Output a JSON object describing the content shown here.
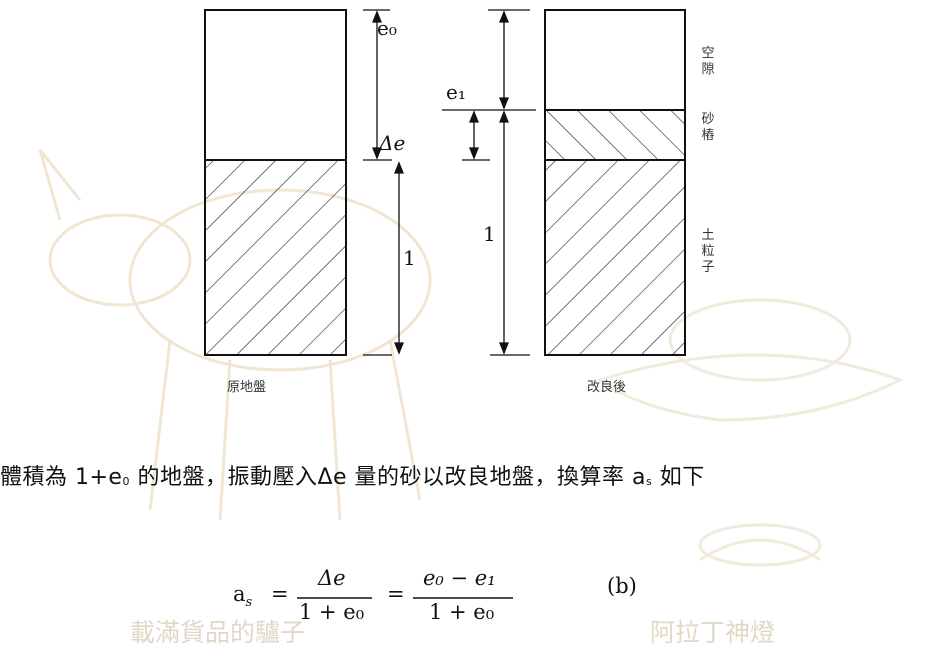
{
  "diagram": {
    "left_caption": "原地盤",
    "right_caption": "改良後",
    "labels": {
      "e0": "e₀",
      "e1": "e₁",
      "delta_e": "Δe",
      "one_left": "1",
      "one_right": "1"
    },
    "right_side_labels": {
      "void": "空隙",
      "sand": "砂樁",
      "soil": "土粒子"
    }
  },
  "text": {
    "body_before": "體積為 1+e",
    "body_sub0": "0",
    "body_mid": " 的地盤，振動壓入Δe 量的砂以改良地盤，換算率 a",
    "body_sub_s": "s",
    "body_after": " 如下"
  },
  "formula": {
    "lhs": "a",
    "lhs_sub": "s",
    "frac1_num": "Δe",
    "frac1_den": "1 + e₀",
    "frac2_num": "e₀ − e₁",
    "frac2_den": "1 + e₀",
    "eq_label": "(b)"
  },
  "watermark": {
    "left": "載滿貨品的驢子",
    "right": "阿拉丁神燈"
  }
}
